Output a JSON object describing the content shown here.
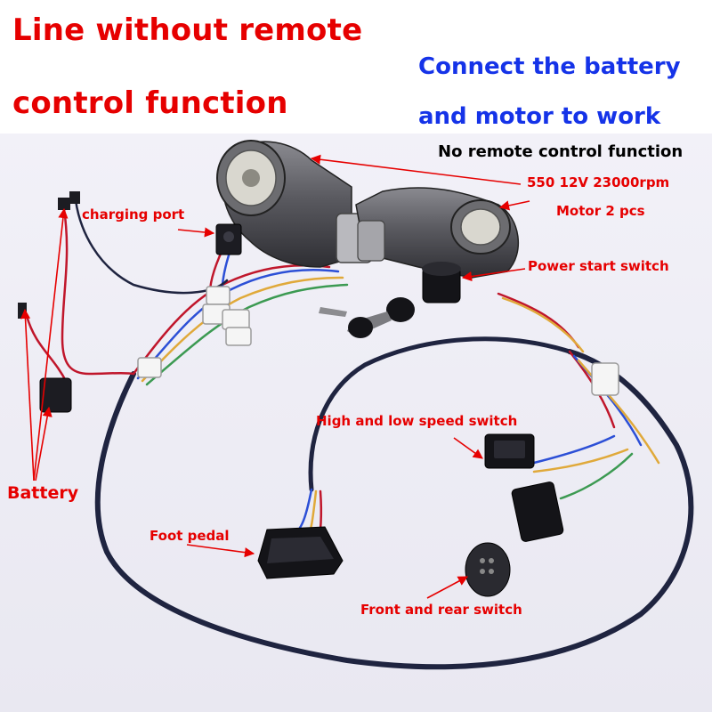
{
  "title": {
    "line1": "Line without remote",
    "line2": "control function"
  },
  "subtitle": {
    "line1": "Connect the battery",
    "line2": "and motor to work"
  },
  "note": "No remote control function",
  "labels": {
    "motor_spec": "550 12V 23000rpm",
    "motor_count": "Motor 2 pcs",
    "charging_port": "charging port",
    "power_start_switch": "Power start switch",
    "high_low_speed_switch": "High and low speed switch",
    "battery": "Battery",
    "foot_pedal": "Foot pedal",
    "front_rear_switch": "Front and rear switch"
  },
  "colors": {
    "label_red": "#e60000",
    "title_blue": "#1533e8",
    "harness": "#1f2440",
    "motor_body": "#5e5e62",
    "wire_red": "#c0162b",
    "wire_blue": "#2c4fd6",
    "wire_yellow": "#e0a93a",
    "wire_green": "#3c9a52"
  }
}
